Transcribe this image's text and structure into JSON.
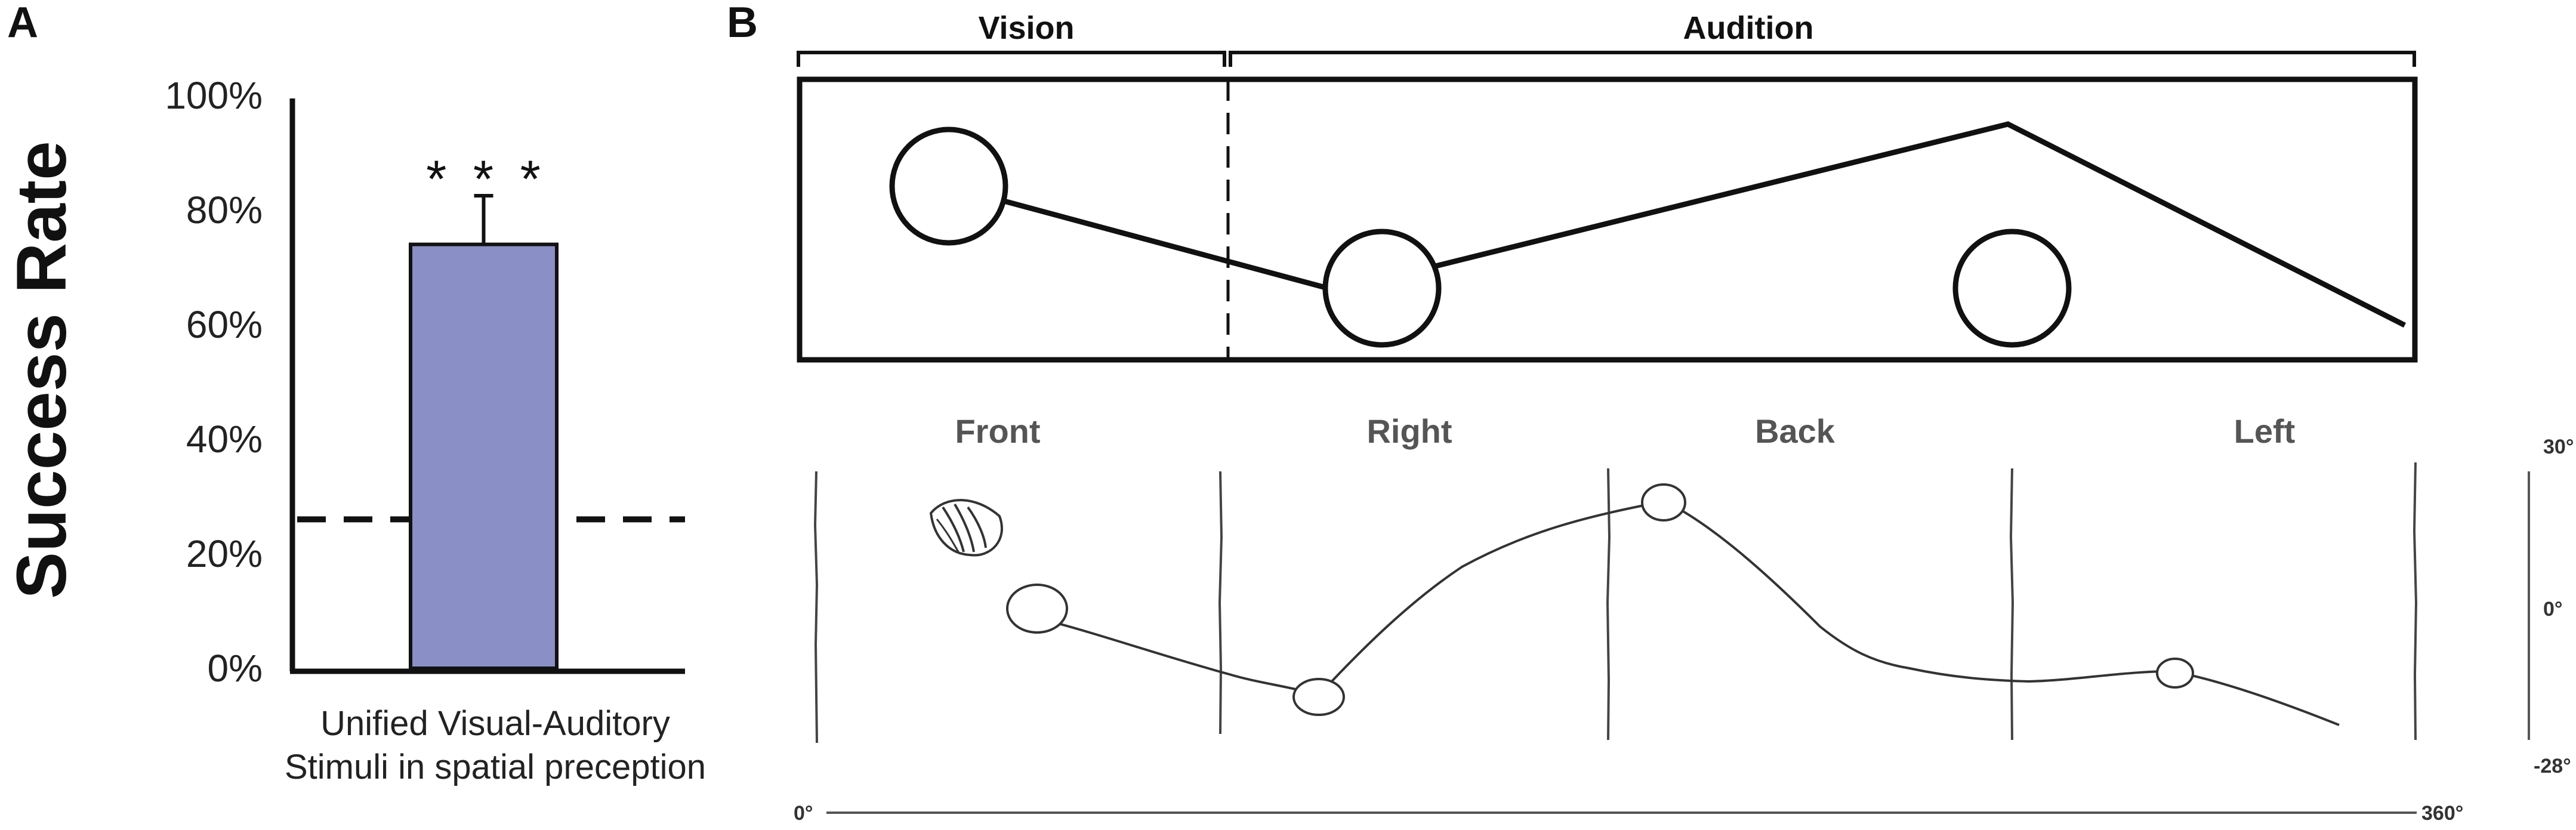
{
  "panel_a": {
    "label": "A",
    "ylabel": "Success Rate",
    "yticks": [
      "0%",
      "20%",
      "40%",
      "60%",
      "80%",
      "100%"
    ],
    "significance": "* * *",
    "category_lines": [
      "Unified Visual-Auditory",
      "Stimuli in spatial preception"
    ]
  },
  "panel_b": {
    "label": "B",
    "vision_label": "Vision",
    "audition_label": "Audition",
    "direction_labels": [
      "Front",
      "Right",
      "Back",
      "Left"
    ],
    "y_top_label": "30°",
    "y_mid_label": "0°",
    "y_bottom_label": "-28°",
    "x_start_label": "0°",
    "x_end_label": "360°"
  },
  "chart_data": [
    {
      "type": "bar",
      "categories": [
        "Unified Visual-Auditory Stimuli in spatial preception"
      ],
      "values": [
        74
      ],
      "error": [
        8.5
      ],
      "chance_level": 26,
      "ylim": [
        0,
        100
      ],
      "ylabel": "Success Rate",
      "annotations": [
        "* * *"
      ],
      "colors": {
        "bar": "#8a8fc6",
        "edge": "#111111"
      }
    },
    {
      "type": "line",
      "description_source": "schematic trajectory",
      "x": [
        0,
        90,
        180,
        270,
        360
      ],
      "regions": [
        "Front",
        "Right",
        "Back",
        "Left"
      ],
      "y_labels": [
        "30°",
        "0°",
        "-28°"
      ],
      "x_labels": [
        "0°",
        "360°"
      ]
    }
  ]
}
